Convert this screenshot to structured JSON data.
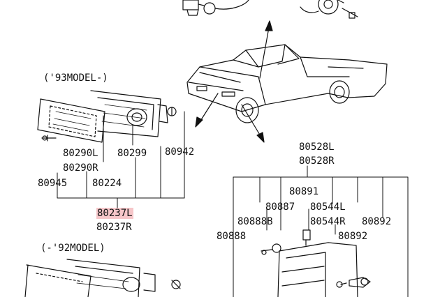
{
  "labels": {
    "model_93": "('93MODEL-)",
    "model_92": "(-'92MODEL)",
    "p80290L": "80290L",
    "p80290R": "80290R",
    "p80299": "80299",
    "p80942": "80942",
    "p80945": "80945",
    "p80224": "80224",
    "p80237L": "80237L",
    "p80237R": "80237R",
    "p80528L": "80528L",
    "p80528R": "80528R",
    "p80891": "80891",
    "p80887": "80887",
    "p80544L": "80544L",
    "p80888B": "80888B",
    "p80544R": "80544R",
    "p80892a": "80892",
    "p80888": "80888",
    "p80892b": "80892"
  },
  "colors": {
    "highlight": "#f6c6c9",
    "ink": "#111111"
  }
}
